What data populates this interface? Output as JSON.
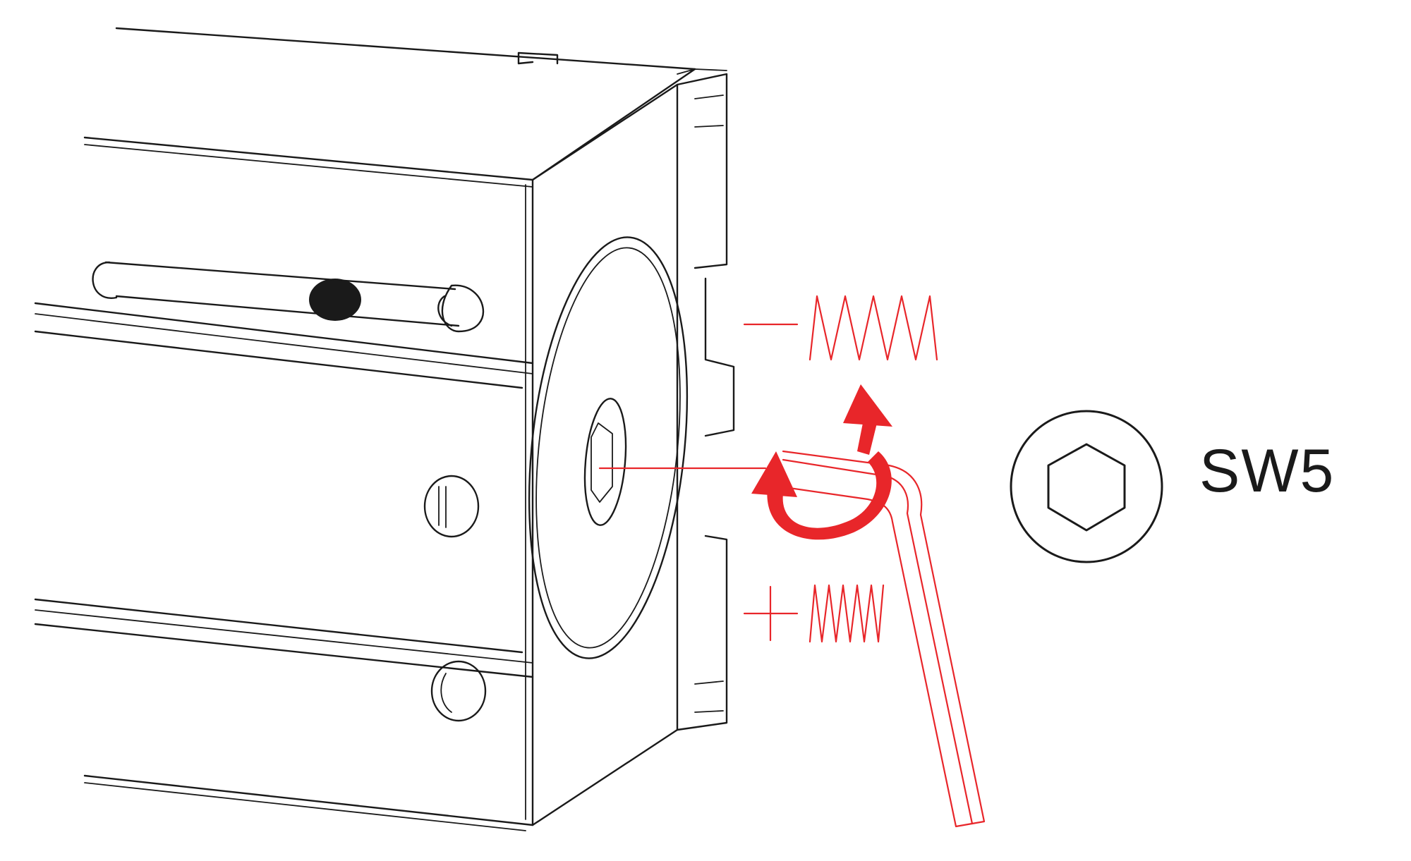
{
  "figure": {
    "tool_size_label": "SW5",
    "decrease_sign": "—",
    "increase_sign": "+"
  },
  "colors": {
    "line": "#1a1a1a",
    "accent": "#e8262a",
    "background": "#ffffff"
  },
  "icons": {
    "hex-socket": "hexagon-in-circle",
    "rotation": "curved-double-arrow",
    "spring-tension-low": "sparse-zigzag-spring",
    "spring-tension-high": "dense-zigzag-spring",
    "tool": "allen-key"
  }
}
